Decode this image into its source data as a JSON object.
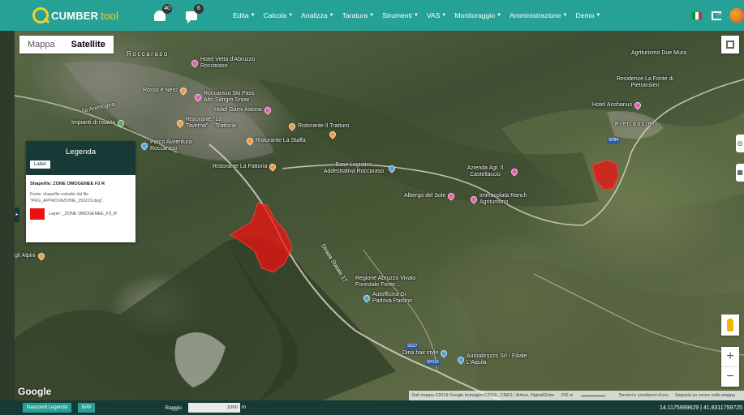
{
  "app": {
    "brand_name": "CUMBER",
    "brand_suffix": "tool",
    "notifications_count": "40",
    "messages_count": "6"
  },
  "menu": [
    {
      "label": "Edita"
    },
    {
      "label": "Calcola"
    },
    {
      "label": "Analizza"
    },
    {
      "label": "Taratura"
    },
    {
      "label": "Strumenti"
    },
    {
      "label": "VAS"
    },
    {
      "label": "Monitoraggio"
    },
    {
      "label": "Amministrazione"
    },
    {
      "label": "Demo"
    }
  ],
  "map_type": {
    "map": "Mappa",
    "satellite": "Satellite",
    "selected": "Satellite"
  },
  "legend": {
    "title": "Legenda",
    "label_button": "Label",
    "shapefile": "Shapefile: ZONE OMOGENEE F3 R",
    "source": "Fonte: shapefile estratto dal file \"PRG_APPROVAZIONE_250219.dwg\".",
    "layer": "Layer: _ZONE OMOGENEE_F3_R",
    "swatch_color": "#ef1010"
  },
  "places": {
    "town_roccaraso": "Roccaraso",
    "hotel_vetta": "Hotel Vetta d'Abruzzo Roccaraso",
    "rosso_nero": "Rosso e Nero",
    "ski_pass": "Roccaraso Ski Pass Alto Sangro Snow",
    "via_aremogna": "Via Aremogna",
    "hotel_garni": "Hotel Garni Astoria",
    "impianti": "Impianti di risalita",
    "taverna": "Ristorante \"La Taverna\"",
    "trattoria": "Trattoria",
    "tratturo": "Ristorante Il Tratturo",
    "parco": "Parco Avventura Roccaraso",
    "la_staffa": "Ristorante La Staffa",
    "la_fattoria": "Ristorante La Fattoria",
    "base_logistica": "Base Logistico Addestrativa Roccaraso",
    "azienda": "Azienda Agr. Il Castellaccio",
    "albergo_sole": "Albergo del Sole",
    "immacolata": "Immacolata Ranch Agriturismo",
    "alpini": "gli Alpini",
    "regione": "Regione Abruzzo Vivaio Forestale Fonte...",
    "autofficina": "Autofficina Di Padova Paolino",
    "dina": "Dina hair style",
    "autoabruzzo": "Autoabruzzo Srl - Filiale L'Aquila",
    "agriturismo_due_mura": "Agriturismo Due Mura",
    "residenze": "Residenze La Fonte di Pietransieri",
    "hotel_anshanus": "Hotel Anshanus",
    "pietransieri": "Pietransieri",
    "strada_statale": "Strada Statale 17",
    "sr84": "SP84",
    "ss17": "SS17",
    "sp119": "SP119"
  },
  "map_footer": {
    "google": "Google",
    "data_credit": "Dati mappa ©2019 Google Immagini ©2019 , CNES / Airbus, DigitalGlobe",
    "scale": "200 m",
    "terms": "Termini e condizioni d'uso",
    "report": "Segnala un errore nella mappa"
  },
  "bottom": {
    "hide_legend": "Nascondi Legenda",
    "bw": "B/W",
    "radius_label": "Raggio",
    "radius_value": "1000",
    "radius_unit": "m",
    "coords": "14.1175999629 | 41.8311759725"
  },
  "colors": {
    "topbar": "#26a196",
    "dark": "#173a36",
    "zone_fill": "#ef1010",
    "flag_green": "#009246",
    "flag_white": "#ffffff",
    "flag_red": "#ce2b37"
  }
}
